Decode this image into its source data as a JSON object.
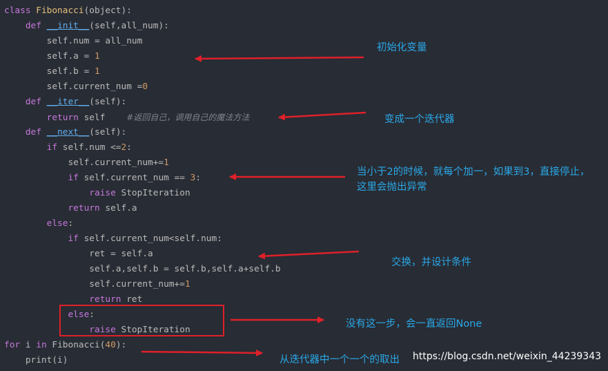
{
  "code": {
    "lines": [
      [
        {
          "t": "class ",
          "c": "kw"
        },
        {
          "t": "Fibonacci",
          "c": "cls"
        },
        {
          "t": "(object):",
          "c": "txt"
        }
      ],
      [
        {
          "t": "    "
        },
        {
          "t": "def ",
          "c": "kw"
        },
        {
          "t": "__init__",
          "c": "fn"
        },
        {
          "t": "(self,all_num):",
          "c": "txt"
        }
      ],
      [
        {
          "t": "        self.num = all_num",
          "c": "txt"
        }
      ],
      [
        {
          "t": "        self.a = ",
          "c": "txt"
        },
        {
          "t": "1",
          "c": "num"
        }
      ],
      [
        {
          "t": "        self.b = ",
          "c": "txt"
        },
        {
          "t": "1",
          "c": "num"
        }
      ],
      [
        {
          "t": "        self.current_num =",
          "c": "txt"
        },
        {
          "t": "0",
          "c": "num"
        }
      ],
      [
        {
          "t": "    "
        },
        {
          "t": "def ",
          "c": "kw"
        },
        {
          "t": "__iter__",
          "c": "fn"
        },
        {
          "t": "(self):",
          "c": "txt"
        }
      ],
      [
        {
          "t": "        "
        },
        {
          "t": "return ",
          "c": "kw"
        },
        {
          "t": "self    ",
          "c": "txt"
        },
        {
          "t": "#返回自己，调用自己的魔法方法",
          "c": "cm"
        }
      ],
      [
        {
          "t": "    "
        },
        {
          "t": "def ",
          "c": "kw"
        },
        {
          "t": "__next__",
          "c": "fn"
        },
        {
          "t": "(self):",
          "c": "txt"
        }
      ],
      [
        {
          "t": "        "
        },
        {
          "t": "if ",
          "c": "kw"
        },
        {
          "t": "self.num <=",
          "c": "txt"
        },
        {
          "t": "2",
          "c": "num"
        },
        {
          "t": ":",
          "c": "txt"
        }
      ],
      [
        {
          "t": "            self.current_num+=",
          "c": "txt"
        },
        {
          "t": "1",
          "c": "num"
        }
      ],
      [
        {
          "t": "            "
        },
        {
          "t": "if ",
          "c": "kw"
        },
        {
          "t": "self.current_num == ",
          "c": "txt"
        },
        {
          "t": "3",
          "c": "num"
        },
        {
          "t": ":",
          "c": "txt"
        }
      ],
      [
        {
          "t": "                "
        },
        {
          "t": "raise ",
          "c": "kw"
        },
        {
          "t": "StopIteration",
          "c": "txt"
        }
      ],
      [
        {
          "t": "            "
        },
        {
          "t": "return ",
          "c": "kw"
        },
        {
          "t": "self.a",
          "c": "txt"
        }
      ],
      [
        {
          "t": "        "
        },
        {
          "t": "else",
          "c": "kw"
        },
        {
          "t": ":",
          "c": "txt"
        }
      ],
      [
        {
          "t": "            "
        },
        {
          "t": "if ",
          "c": "kw"
        },
        {
          "t": "self.current_num<self.num:",
          "c": "txt"
        }
      ],
      [
        {
          "t": "                ret = self.a",
          "c": "txt"
        }
      ],
      [
        {
          "t": "                self.a,self.b = self.b,self.a+self.b",
          "c": "txt"
        }
      ],
      [
        {
          "t": "                self.current_num+=",
          "c": "txt"
        },
        {
          "t": "1",
          "c": "num"
        }
      ],
      [
        {
          "t": "                "
        },
        {
          "t": "return ",
          "c": "kw"
        },
        {
          "t": "ret",
          "c": "txt"
        }
      ],
      [
        {
          "t": "            "
        },
        {
          "t": "else",
          "c": "kw"
        },
        {
          "t": ":",
          "c": "txt"
        }
      ],
      [
        {
          "t": "                "
        },
        {
          "t": "raise ",
          "c": "kw"
        },
        {
          "t": "StopIteration",
          "c": "txt"
        }
      ],
      [
        {
          "t": "for ",
          "c": "kw"
        },
        {
          "t": "i ",
          "c": "txt"
        },
        {
          "t": "in ",
          "c": "kw"
        },
        {
          "t": "Fibonacci(",
          "c": "txt"
        },
        {
          "t": "40",
          "c": "num"
        },
        {
          "t": "):",
          "c": "txt"
        }
      ],
      [
        {
          "t": "    print(i)",
          "c": "txt"
        }
      ]
    ]
  },
  "annotations": {
    "note_1": "初始化变量",
    "note_2": "变成一个迭代器",
    "note_3": "当小于2的时候，就每个加一，如果到3，直接停止，这里会抛出异常",
    "note_4": "交换，并设计条件",
    "note_5": "没有这一步，会一直返回None",
    "note_6": "从迭代器中一个一个的取出"
  },
  "watermark": "https://blog.csdn.net/weixin_44239343",
  "colors": {
    "background": "#282c34",
    "keyword": "#c678dd",
    "class_name": "#e5c07b",
    "function_name": "#61afef",
    "number": "#d19a66",
    "comment": "#7f848e",
    "annotation_text": "#2aa8e8",
    "arrow": "#e0202a"
  }
}
